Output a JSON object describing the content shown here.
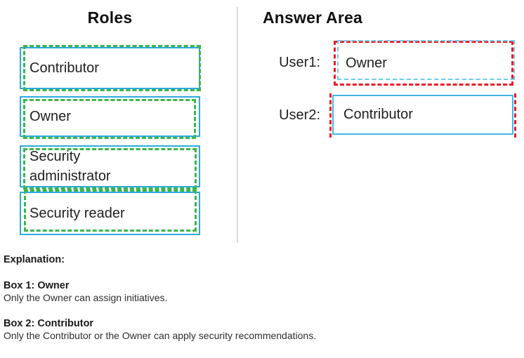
{
  "roles_panel": {
    "title": "Roles",
    "items": [
      "Contributor",
      "Owner",
      "Security administrator",
      "Security reader"
    ]
  },
  "answer_area": {
    "title": "Answer Area",
    "rows": [
      {
        "label": "User1:",
        "value": "Owner"
      },
      {
        "label": "User2:",
        "value": "Contributor"
      }
    ]
  },
  "explanation": {
    "heading": "Explanation:",
    "sections": [
      {
        "title": "Box 1: Owner",
        "body": "Only the Owner can assign initiatives."
      },
      {
        "title": "Box 2: Contributor",
        "body": "Only the Contributor or the Owner can apply security recommendations."
      }
    ]
  },
  "colors": {
    "role_box_border": "#2baadf",
    "role_box_dashed": "#3db54a",
    "answer_red_dashed": "#ed1c24",
    "answer_cyan": "#41b6e6",
    "answer_cyan_light": "#67cef3",
    "divider": "#dcdcdc"
  }
}
